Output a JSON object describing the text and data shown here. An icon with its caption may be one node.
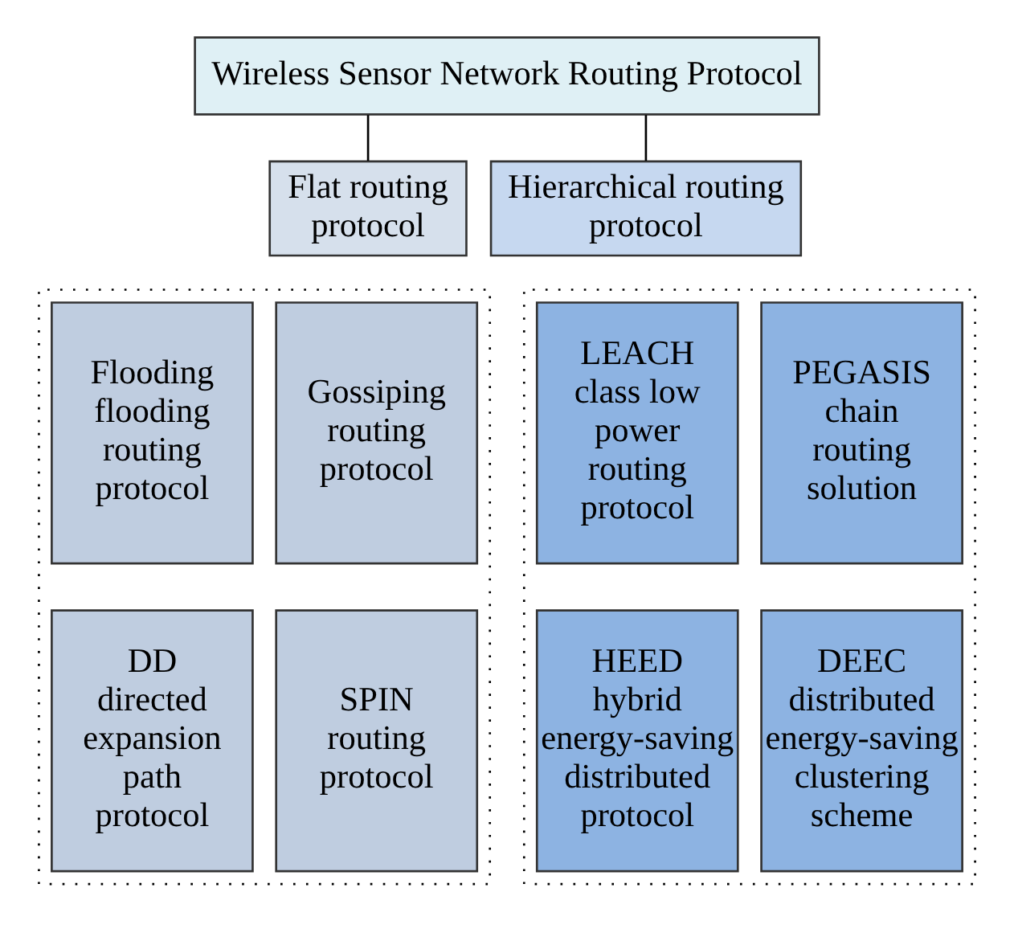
{
  "diagram": {
    "nodes": [
      {
        "text": [
          "Wireless Sensor Network Routing Protocol"
        ]
      },
      {
        "text": [
          "Flat routing protocol"
        ]
      },
      {
        "text": [
          "Hierarchical routing protocol"
        ]
      },
      {
        "text": [],
        "shape": "box"
      },
      {
        "text": [
          "Flooding flooding routing protocol"
        ],
        "in": 3
      },
      {
        "text": [
          "Gossiping routing protocol"
        ],
        "in": 3
      },
      {
        "text": [
          "DD directed expansion path protocol"
        ],
        "in": 3
      },
      {
        "text": [
          "SPIN routing protocol"
        ],
        "in": 3
      },
      {
        "text": [],
        "shape": "box"
      },
      {
        "text": [
          "LEACH class low power routing protocol"
        ],
        "in": 8
      },
      {
        "text": [
          "PEGASIS chain routing solution"
        ],
        "in": 8
      },
      {
        "text": [
          "HEED hybrid energy-saving distributed protocol"
        ],
        "in": 8
      },
      {
        "text": [
          "DEEC distributed energy-saving clustering scheme"
        ],
        "in": 8
      }
    ],
    "edges": [
      {
        "from": 0,
        "to": 1,
        "arrow": "none"
      },
      {
        "from": 0,
        "to": 2,
        "arrow": "none"
      }
    ]
  }
}
